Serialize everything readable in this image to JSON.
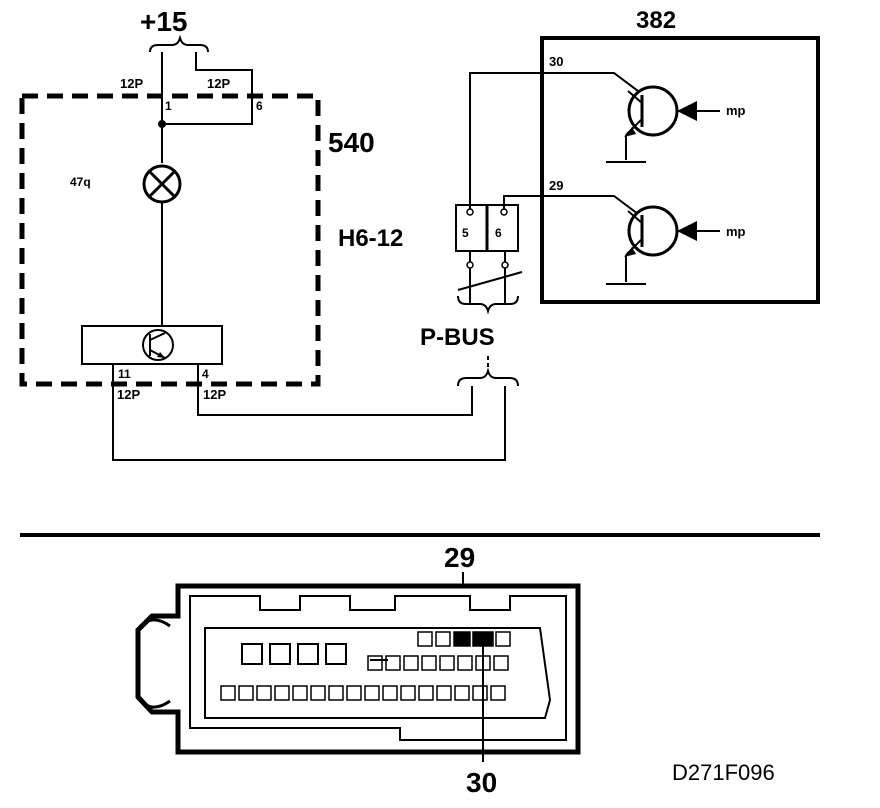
{
  "supply": {
    "label": "+15"
  },
  "unit_540": {
    "label": "540",
    "connector_top_left": "12P",
    "connector_top_right": "12P",
    "pin_1": "1",
    "pin_6": "6",
    "lamp_label": "47q",
    "pin_11": "11",
    "pin_4": "4",
    "connector_bottom_left": "12P",
    "connector_bottom_right": "12P"
  },
  "connector_h6": {
    "label": "H6-12",
    "pin_5": "5",
    "pin_6": "6"
  },
  "pbus": {
    "label": "P-BUS"
  },
  "unit_382": {
    "label": "382",
    "pin_30": "30",
    "pin_29": "29",
    "signal_top": "mp",
    "signal_bottom": "mp"
  },
  "connector_view": {
    "pin_29_label": "29",
    "pin_30_label": "30"
  },
  "figure_ref": "D271F096"
}
